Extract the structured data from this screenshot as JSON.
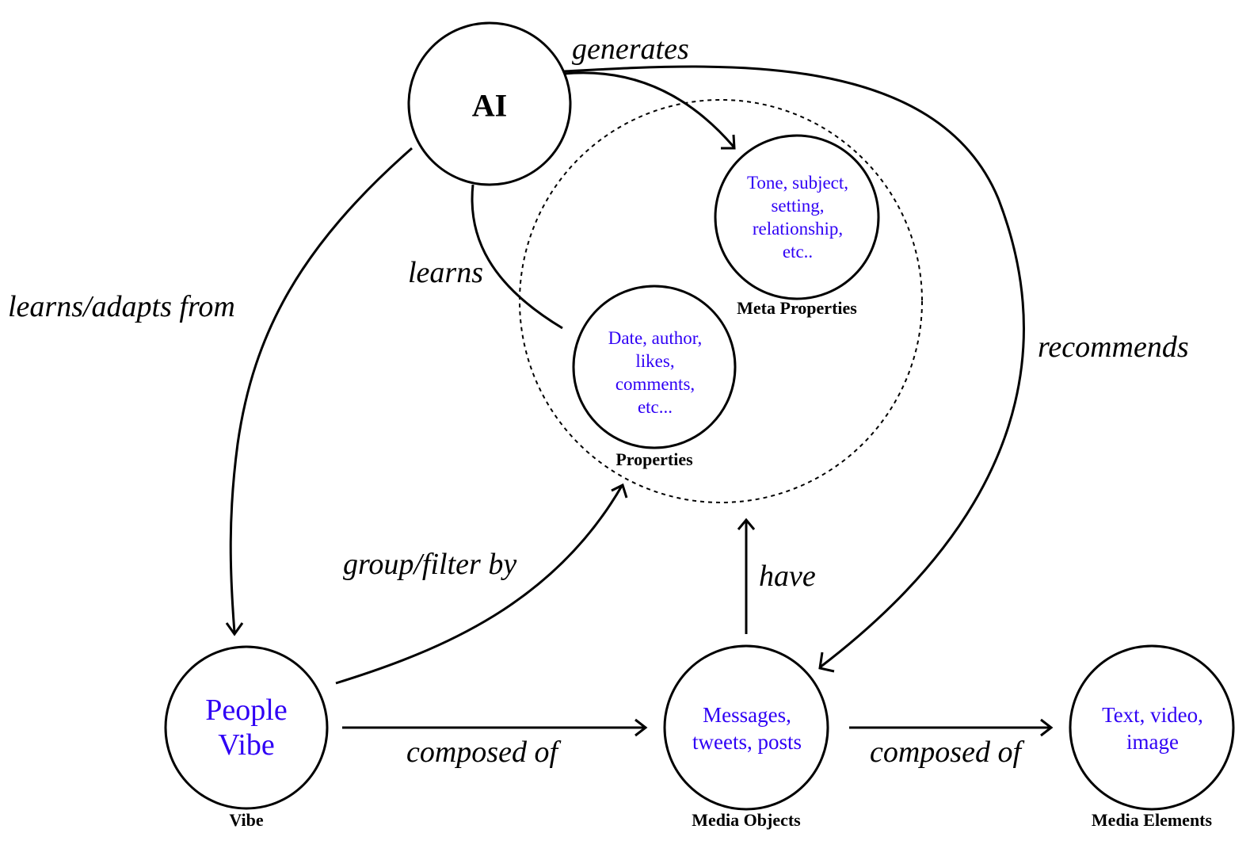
{
  "colors": {
    "node_text": "#2f00f5",
    "stroke": "#000000",
    "background": "#ffffff"
  },
  "nodes": {
    "ai": {
      "title": "AI"
    },
    "meta_properties": {
      "caption": "Meta Properties",
      "lines": [
        "Tone, subject,",
        "setting,",
        "relationship,",
        "etc.."
      ]
    },
    "properties": {
      "caption": "Properties",
      "lines": [
        "Date, author,",
        "likes,",
        "comments,",
        "etc..."
      ]
    },
    "vibe": {
      "caption": "Vibe",
      "lines": [
        "People",
        "Vibe"
      ]
    },
    "media_objects": {
      "caption": "Media Objects",
      "lines": [
        "Messages,",
        "tweets, posts"
      ]
    },
    "media_elements": {
      "caption": "Media Elements",
      "lines": [
        "Text, video,",
        "image"
      ]
    }
  },
  "edges": {
    "generates": "generates",
    "learns": "learns",
    "learns_adapts_from": "learns/adapts from",
    "recommends": "recommends",
    "group_filter_by": "group/filter by",
    "have": "have",
    "composed_of_1": "composed of",
    "composed_of_2": "composed of"
  }
}
